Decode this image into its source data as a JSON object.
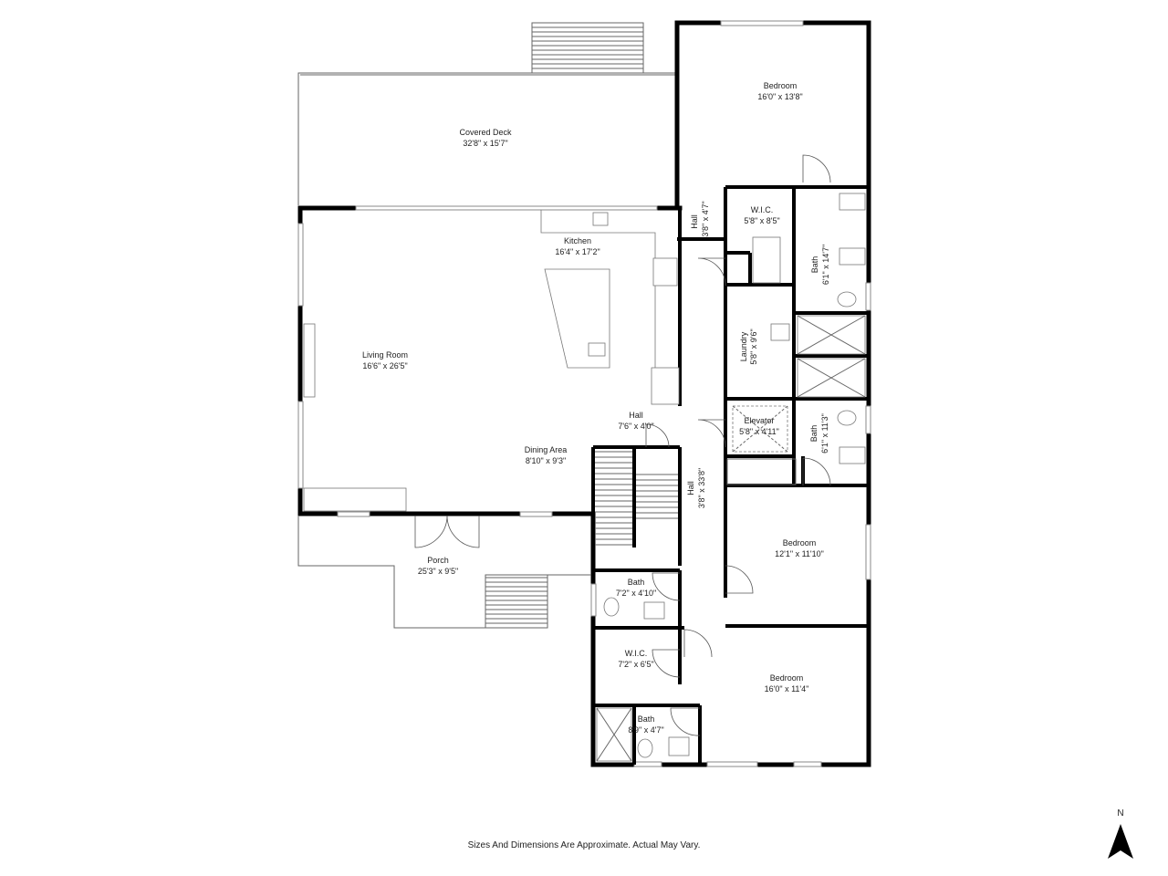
{
  "rooms": {
    "covered_deck": {
      "name": "Covered Deck",
      "size": "32'8\" x 15'7\""
    },
    "bedroom_1": {
      "name": "Bedroom",
      "size": "16'0\" x 13'8\""
    },
    "hall_top": {
      "name": "Hall",
      "size": "3'8\" x 4'7\""
    },
    "wic_1": {
      "name": "W.I.C.",
      "size": "5'8\" x 8'5\""
    },
    "bath_1": {
      "name": "Bath",
      "size": "6'1\" x 14'7\""
    },
    "kitchen": {
      "name": "Kitchen",
      "size": "16'4\" x 17'2\""
    },
    "living_room": {
      "name": "Living Room",
      "size": "16'6\" x 26'5\""
    },
    "laundry": {
      "name": "Laundry",
      "size": "5'8\" x 9'6\""
    },
    "elevator": {
      "name": "Elevator",
      "size": "5'8\" x 4'11\""
    },
    "bath_2": {
      "name": "Bath",
      "size": "6'1\" x 11'3\""
    },
    "hall_mid": {
      "name": "Hall",
      "size": "7'6\" x 4'0\""
    },
    "dining_area": {
      "name": "Dining Area",
      "size": "8'10\" x 9'3\""
    },
    "hall_long": {
      "name": "Hall",
      "size": "3'8\" x 33'8\""
    },
    "bedroom_2": {
      "name": "Bedroom",
      "size": "12'1\" x 11'10\""
    },
    "porch": {
      "name": "Porch",
      "size": "25'3\" x 9'5\""
    },
    "bath_3": {
      "name": "Bath",
      "size": "7'2\" x 4'10\""
    },
    "wic_2": {
      "name": "W.I.C.",
      "size": "7'2\" x 6'5\""
    },
    "bedroom_3": {
      "name": "Bedroom",
      "size": "16'0\" x 11'4\""
    },
    "bath_4": {
      "name": "Bath",
      "size": "8'9\" x 4'7\""
    }
  },
  "disclaimer": "Sizes And Dimensions Are Approximate. Actual May Vary.",
  "north_label": "N",
  "icons": [
    "north-arrow-icon"
  ]
}
